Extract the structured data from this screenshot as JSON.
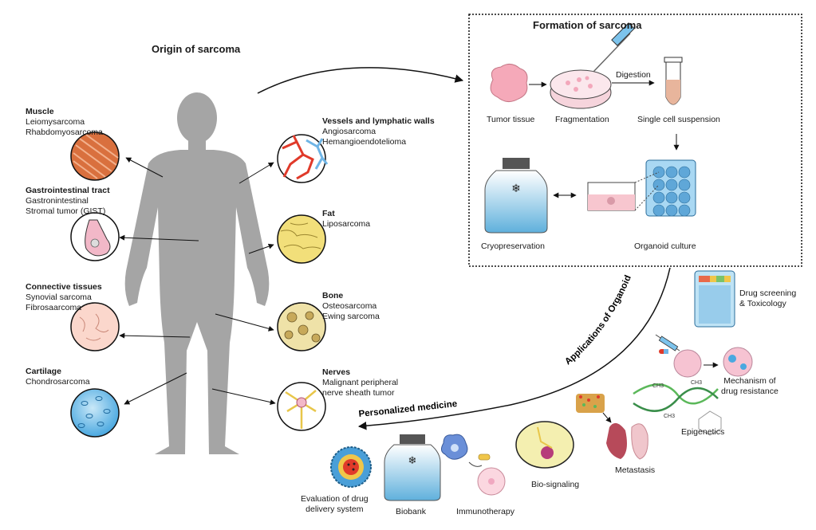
{
  "origin": {
    "title": "Origin of sarcoma",
    "tissues": [
      {
        "name": "Muscle",
        "types": [
          "Leiomysarcoma",
          "Rhabdomyosarcoma"
        ]
      },
      {
        "name": "Gastrointestinal tract",
        "types": [
          "Gastronintestinal",
          "Stromal tumor (GIST)"
        ]
      },
      {
        "name": "Connective tissues",
        "types": [
          "Synovial sarcoma",
          "Fibrosaarcoma"
        ]
      },
      {
        "name": "Cartilage",
        "types": [
          "Chondrosarcoma"
        ]
      },
      {
        "name": "Vessels and lymphatic walls",
        "types": [
          "Angiosarcoma",
          "Hemangioendotelioma"
        ]
      },
      {
        "name": "Fat",
        "types": [
          "Liposarcoma"
        ]
      },
      {
        "name": "Bone",
        "types": [
          "Osteosarcoma",
          "Ewing sarcoma"
        ]
      },
      {
        "name": "Nerves",
        "types": [
          "Malignant peripheral",
          "nerve sheath tumor"
        ]
      }
    ]
  },
  "formation": {
    "title": "Formation of sarcoma",
    "steps": {
      "tumor": "Tumor tissue",
      "fragmentation": "Fragmentation",
      "digestion": "Digestion",
      "suspension": "Single cell suspension",
      "cryo": "Cryopreservation",
      "organoid": "Organoid culture"
    }
  },
  "applications": {
    "arc_label": "Applications of Organoids",
    "personalized": "Personalized medicine",
    "drug_screening": [
      "Drug screening",
      "& Toxicology"
    ],
    "resistance": [
      "Mechanism of",
      "drug resistance"
    ],
    "epigenetics": "Epigenetics",
    "metastasis": "Metastasis",
    "biosignaling": "Bio-signaling",
    "immunotherapy": "Immunotherapy",
    "biobank": "Biobank",
    "delivery": [
      "Evaluation of drug",
      "delivery system"
    ],
    "dna_marks": [
      "CH3",
      "CH3",
      "CH3"
    ]
  },
  "colors": {
    "muscle": "#d9703e",
    "vessel_red": "#e03a2a",
    "vessel_blue": "#6fb5e6",
    "fat": "#f2df7a",
    "bone": "#efe2a8",
    "cartilage": "#7cc3ec",
    "body": "#a5a5a5"
  }
}
